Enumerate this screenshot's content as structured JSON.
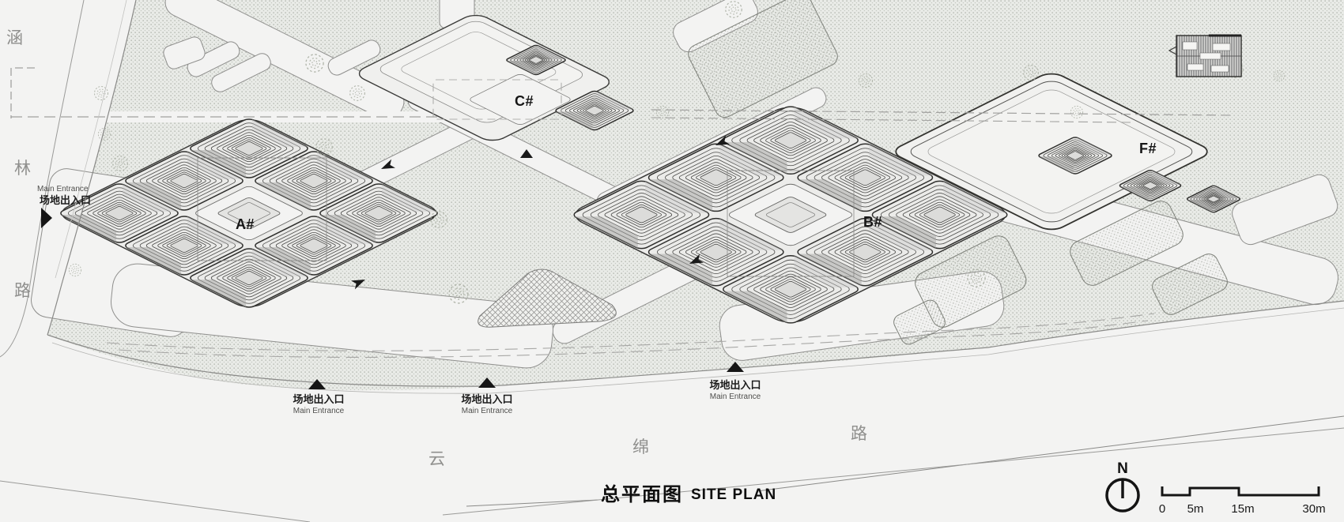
{
  "drawing": {
    "title": {
      "zh": "总平面图",
      "en": "SITE PLAN"
    },
    "buildings": {
      "a": "A#",
      "b": "B#",
      "c": "C#",
      "f": "F#"
    },
    "roads": {
      "left_vertical": [
        "涵",
        "林",
        "路"
      ],
      "bottom_horizontal": [
        "云",
        "绵",
        "路"
      ]
    },
    "entrance": {
      "zh": "场地出入口",
      "en": "Main Entrance"
    },
    "compass": {
      "north": "N"
    },
    "scale_bar": {
      "ticks": [
        "0",
        "5m",
        "15m",
        "30m"
      ]
    },
    "colors": {
      "ink": "#141414",
      "paper": "#f3f3f2",
      "stipple_ground": "#8d9288",
      "line_gray": "#8a8a88",
      "label_gray": "#8f8f8d"
    }
  }
}
